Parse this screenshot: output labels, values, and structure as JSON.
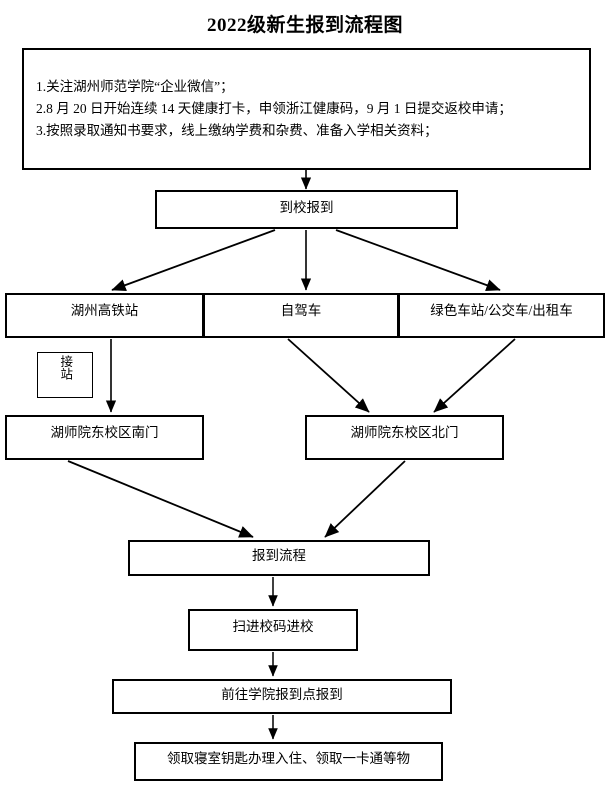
{
  "document": {
    "title": "2022级新生报到流程图",
    "type": "flowchart",
    "background_color": "#ffffff",
    "line_color": "#000000"
  },
  "notice": {
    "name": "pre-arrival-notice",
    "lines": [
      "1.关注湖州师范学院“企业微信”；",
      "2.8 月 20 日开始连续 14 天健康打卡，申领浙江健康码，9 月 1 日提交返校申请；",
      "3.按照录取通知书要求，线上缴纳学费和杂费、准备入学相关资料；"
    ]
  },
  "nodes": {
    "arrive": "到校报到",
    "hsr": "湖州高铁站",
    "selfdrive": "自驾车",
    "green": "绿色车站/公交车/出租车",
    "pickup": "接站",
    "southgate": "湖师院东校区南门",
    "northgate": "湖师院东校区北门",
    "process": "报到流程",
    "scan": "扫进校码进校",
    "report": "前往学院报到点报到",
    "dorm": "领取寝室钥匙办理入住、领取一卡通等物"
  },
  "edges": [
    {
      "from": "notice",
      "to": "arrive",
      "style": "arrow-down"
    },
    {
      "from": "arrive",
      "to": "hsr",
      "style": "arrow-diagonal-left"
    },
    {
      "from": "arrive",
      "to": "selfdrive",
      "style": "arrow-down"
    },
    {
      "from": "arrive",
      "to": "green",
      "style": "arrow-diagonal-right"
    },
    {
      "from": "hsr",
      "to": "southgate",
      "style": "arrow-down"
    },
    {
      "from": "selfdrive",
      "to": "northgate",
      "style": "arrow-diagonal-right"
    },
    {
      "from": "green",
      "to": "northgate",
      "style": "arrow-diagonal-left"
    },
    {
      "from": "southgate",
      "to": "process",
      "style": "arrow-diagonal-right"
    },
    {
      "from": "northgate",
      "to": "process",
      "style": "arrow-diagonal-left"
    },
    {
      "from": "process",
      "to": "scan",
      "style": "arrow-down"
    },
    {
      "from": "scan",
      "to": "report",
      "style": "arrow-down"
    },
    {
      "from": "report",
      "to": "dorm",
      "style": "arrow-down"
    }
  ]
}
